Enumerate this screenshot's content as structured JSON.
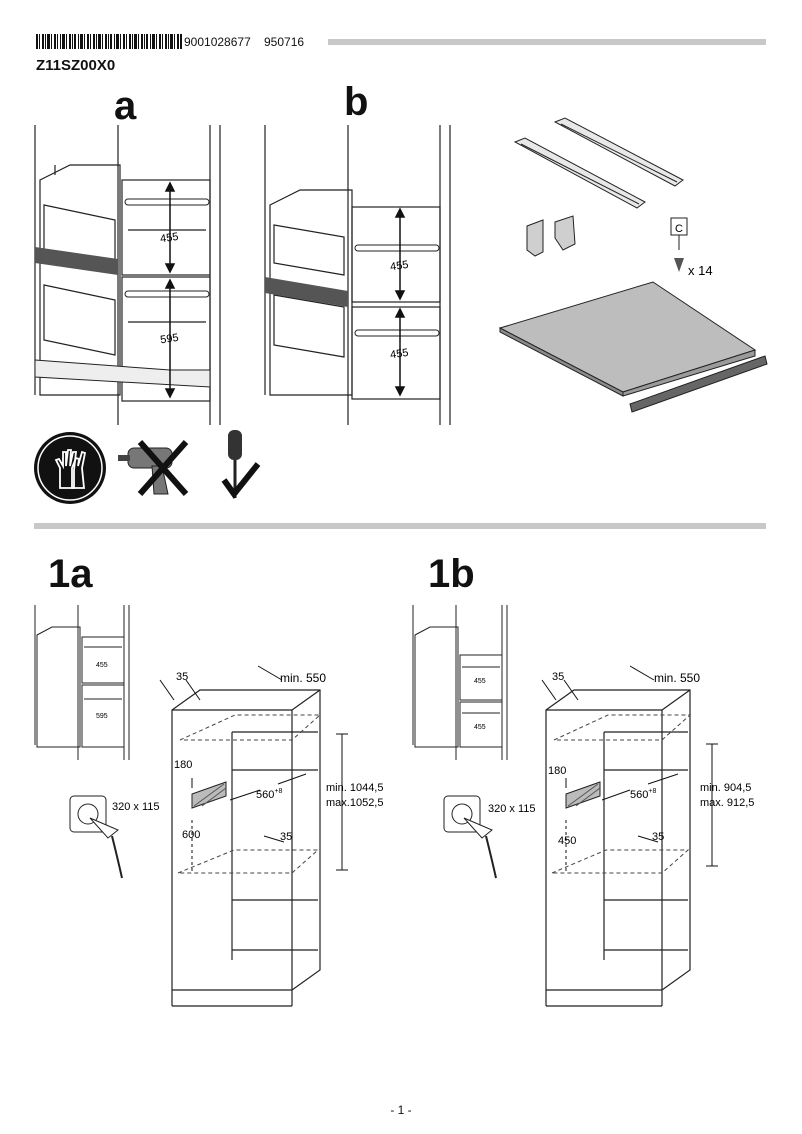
{
  "header": {
    "barcode_number": "9001028677",
    "document_code": "950716",
    "model": "Z11SZ00X0"
  },
  "section_top": {
    "variant_a_label": "a",
    "variant_b_label": "b",
    "variant_a_dims": [
      "455",
      "595"
    ],
    "variant_b_dims": [
      "455",
      "455"
    ],
    "screw_part_letter": "C",
    "screw_quantity": "x 14",
    "tool_icons": [
      "gloves-icon",
      "cordless-drill-icon",
      "screwdriver-icon"
    ]
  },
  "section_1a": {
    "step": "1a",
    "mini_dims": [
      "455",
      "595"
    ],
    "side_depth": "35",
    "min_depth": "min. 550",
    "vent_height": "180",
    "socket_size": "320 x 115",
    "socket_height": "600",
    "niche_width": "560",
    "niche_width_tol": "+8",
    "niche_min": "min. 1044,5",
    "niche_max": "max.1052,5",
    "shelf_depth": "35"
  },
  "section_1b": {
    "step": "1b",
    "mini_dims": [
      "455",
      "455"
    ],
    "side_depth": "35",
    "min_depth": "min. 550",
    "vent_height": "180",
    "socket_size": "320 x 115",
    "socket_height": "450",
    "niche_width": "560",
    "niche_width_tol": "+8",
    "niche_min": "min. 904,5",
    "niche_max": "max. 912,5",
    "shelf_depth": "35"
  },
  "footer": {
    "page": "- 1 -"
  }
}
